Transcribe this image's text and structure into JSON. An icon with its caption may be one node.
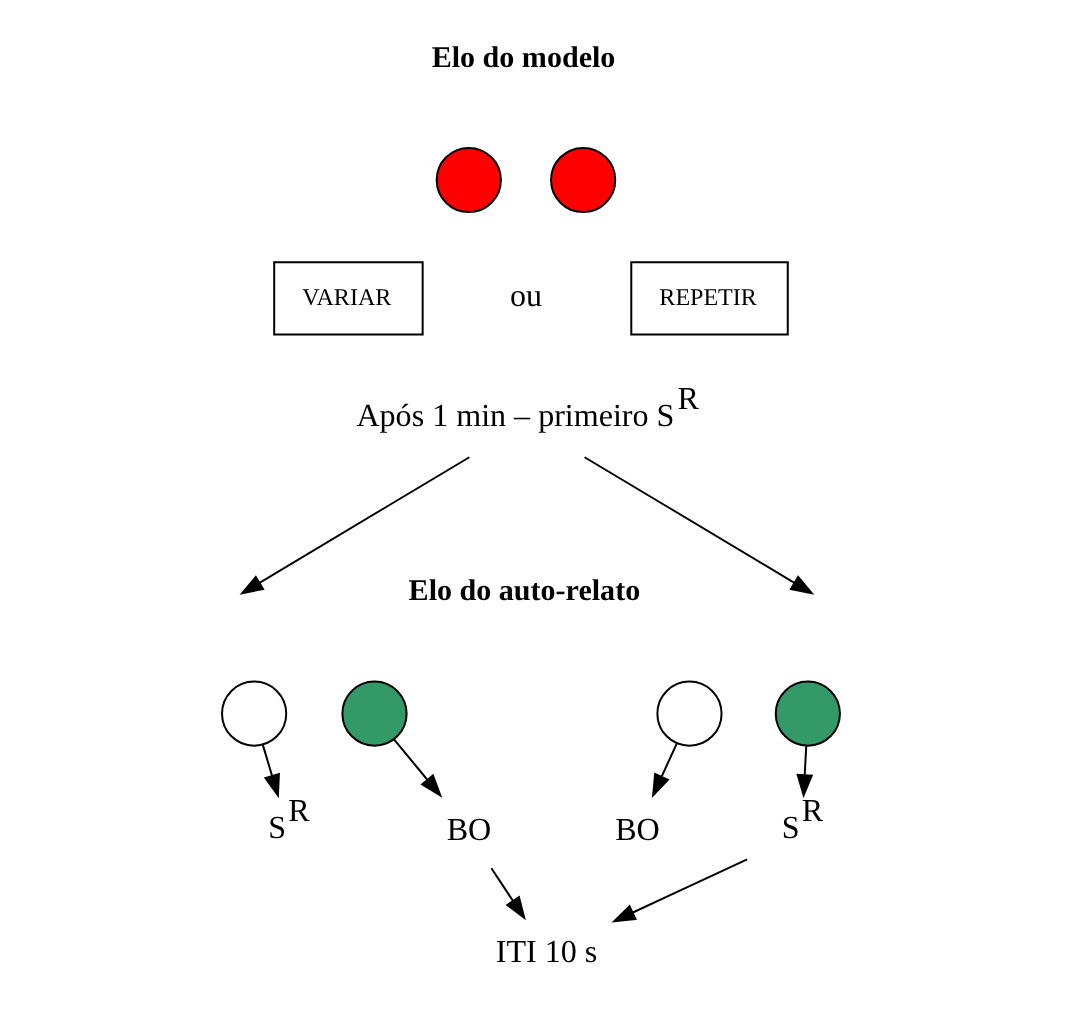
{
  "diagram": {
    "nodes": [
      {
        "text": [],
        "shape": "circle"
      },
      {
        "text": [],
        "shape": "circle"
      },
      {
        "text": [
          "VARIAR"
        ]
      },
      {
        "text": [
          "REPETIR"
        ]
      },
      {
        "text": [
          "Após 1 min – primeiro S$^{R}$"
        ]
      },
      {
        "text": [],
        "shape": "circle"
      },
      {
        "text": [],
        "shape": "circle"
      },
      {
        "text": [
          "S$^{R}$"
        ]
      },
      {
        "text": [
          "BO"
        ]
      },
      {
        "text": [],
        "shape": "circle"
      },
      {
        "text": [],
        "shape": "circle"
      },
      {
        "text": [
          "BO"
        ]
      },
      {
        "text": [
          "S$^{R}$"
        ]
      },
      {
        "text": [
          "ITI 10 s"
        ]
      }
    ],
    "edges": [
      {
        "from": 4,
        "to": null,
        "arrow": "to"
      },
      {
        "from": 4,
        "to": null,
        "arrow": "to"
      },
      {
        "from": 5,
        "to": 7,
        "arrow": "to"
      },
      {
        "from": 6,
        "to": 8,
        "arrow": "to"
      },
      {
        "from": 9,
        "to": 11,
        "arrow": "to"
      },
      {
        "from": 10,
        "to": 12,
        "arrow": "to"
      },
      {
        "from": 8,
        "to": 13,
        "arrow": "to"
      },
      {
        "from": 12,
        "to": 13,
        "arrow": "to"
      }
    ],
    "labels": [
      "Elo do modelo",
      "ou",
      "Elo do auto-relato"
    ]
  }
}
